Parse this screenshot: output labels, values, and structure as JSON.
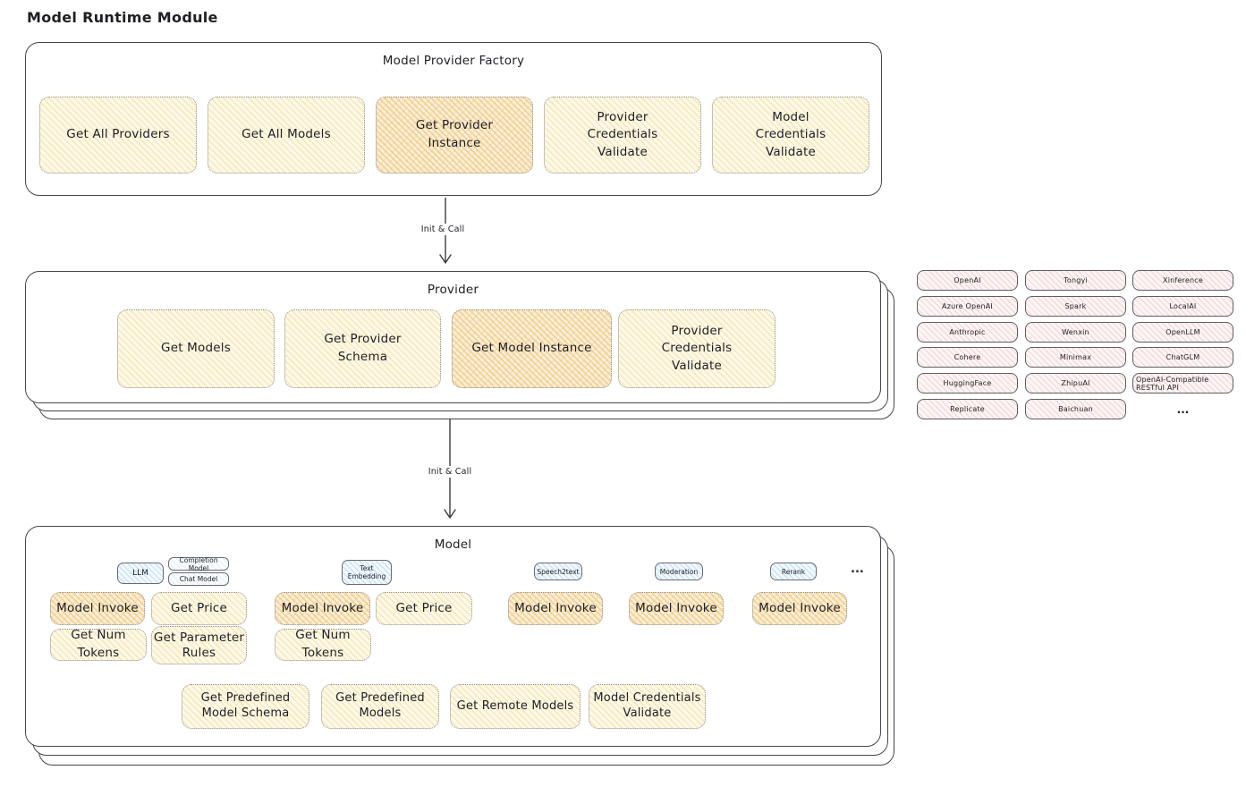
{
  "title": "Model Runtime Module",
  "flows": {
    "init_call_1": "Init & Call",
    "init_call_2": "Init & Call"
  },
  "factory": {
    "title": "Model Provider Factory",
    "boxes": [
      "Get All Providers",
      "Get All Models",
      "Get Provider Instance",
      "Provider Credentials Validate",
      "Model Credentials Validate"
    ]
  },
  "provider": {
    "title": "Provider",
    "boxes": [
      "Get Models",
      "Get Provider Schema",
      "Get Model Instance",
      "Provider Credentials Validate"
    ]
  },
  "vendors": {
    "col1": [
      "OpenAI",
      "Azure OpenAI",
      "Anthropic",
      "Cohere",
      "HuggingFace",
      "Replicate"
    ],
    "col2": [
      "Tongyi",
      "Spark",
      "Wenxin",
      "Minimax",
      "ZhipuAI",
      "Baichuan"
    ],
    "col3": [
      "Xinference",
      "LocalAI",
      "OpenLLM",
      "ChatGLM",
      "OpenAI-Compatible RESTful API"
    ],
    "more": "..."
  },
  "model": {
    "title": "Model",
    "model_types": {
      "llm": "LLM",
      "completion_model": "Completion Model",
      "chat_model": "Chat Model",
      "text_embedding": "Text Embedding",
      "speech2text": "Speech2text",
      "moderation": "Moderation",
      "rerank": "Rerank",
      "more": "..."
    },
    "operations": {
      "model_invoke": "Model Invoke",
      "get_price": "Get Price",
      "get_num_tokens": "Get Num Tokens",
      "get_parameter_rules": "Get Parameter Rules"
    },
    "bottom_boxes": [
      "Get Predefined Model Schema",
      "Get Predefined Models",
      "Get Remote Models",
      "Model Credentials Validate"
    ]
  },
  "colors": {
    "stroke": "#45454c",
    "yellow_fill": "#fdf9e9",
    "yellow_hatch": "#f0db96",
    "orange_fill": "#fbf0da",
    "orange_hatch": "#eebe6e",
    "pink_fill": "#fdf6f6",
    "pink_hatch": "#eebaba",
    "blue_fill": "#f3f9fe",
    "blue_hatch": "#a0cdf0"
  }
}
